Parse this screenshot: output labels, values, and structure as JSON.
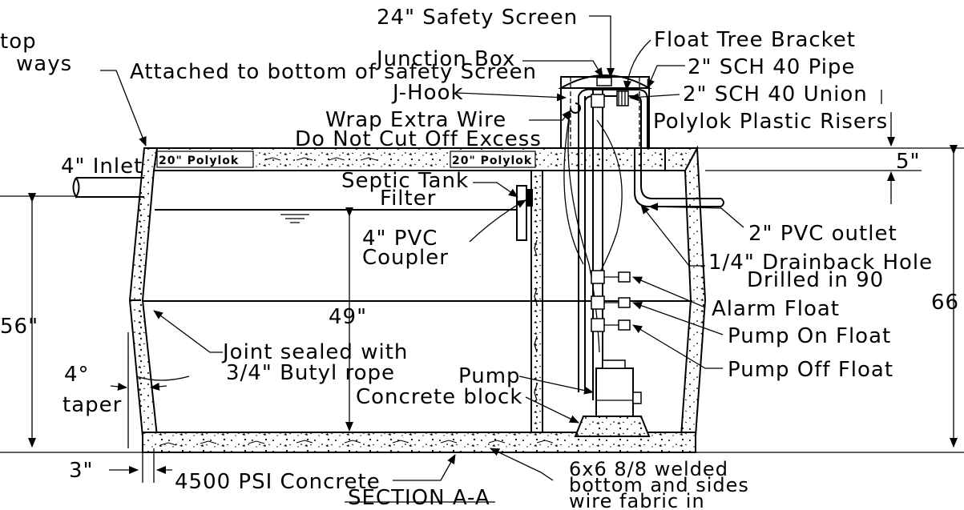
{
  "labels": {
    "safety_screen": "24\" Safety Screen",
    "float_tree_bracket": "Float Tree Bracket",
    "junction_box": "Junction Box",
    "sch40_pipe": "2\" SCH 40 Pipe",
    "attached": "Attached to bottom of safety Screen",
    "j_hook": "J-Hook",
    "sch40_union": "2\" SCH 40 Union",
    "wrap_wire": "Wrap Extra Wire",
    "polylok_risers": "Polylok Plastic Risers",
    "do_not_cut": "Do Not Cut Off Excess",
    "top_left": "top",
    "ways_left": "ways",
    "inlet": "4\" Inlet",
    "polylok_cover_1": "20\" Polylok",
    "polylok_cover_2": "20\" Polylok",
    "dim_5": "5\"",
    "septic_filter_1": "Septic Tank",
    "septic_filter_2": "Filter",
    "pvc_outlet": "2\" PVC outlet",
    "coupler_1": "4\" PVC",
    "coupler_2": "Coupler",
    "drainback_1": "1/4\" Drainback Hole",
    "drainback_2": "Drilled in 90",
    "dim_56": "56\"",
    "dim_49": "49\"",
    "dim_66": "66",
    "alarm_float": "Alarm Float",
    "pump_on": "Pump On Float",
    "joint_1": "Joint sealed with",
    "joint_2": "3/4\" Butyl rope",
    "pump_off": "Pump Off Float",
    "taper_deg": "4°",
    "taper": "taper",
    "pump": "Pump",
    "concrete_block": "Concrete block",
    "dim_3": "3\"",
    "concrete_psi": "4500 PSI Concrete",
    "welded_1": "6x6 8/8 welded",
    "welded_2": "bottom and sides",
    "welded_3": "wire fabric in",
    "section": "SECTION A-A"
  }
}
